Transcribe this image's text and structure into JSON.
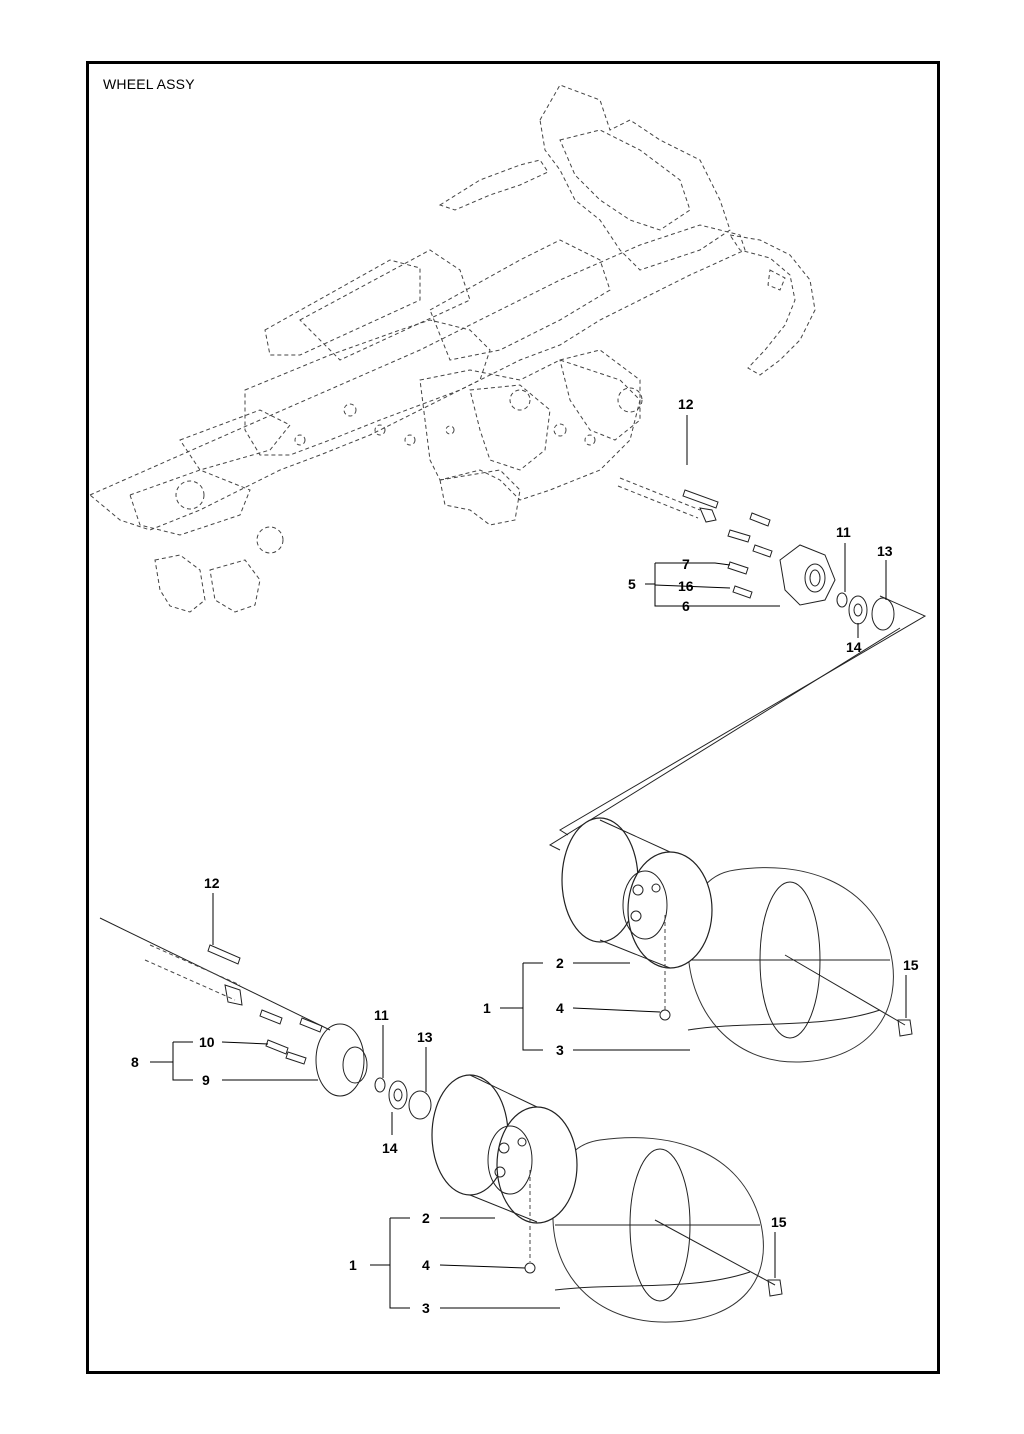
{
  "title": "WHEEL ASSY",
  "callouts": {
    "upper": {
      "n12": "12",
      "n11": "11",
      "n13": "13",
      "n7": "7",
      "n16": "16",
      "n5": "5",
      "n6": "6",
      "n14": "14"
    },
    "lower_left": {
      "n12": "12",
      "n11": "11",
      "n13": "13",
      "n10": "10",
      "n8": "8",
      "n9": "9",
      "n14": "14"
    },
    "wheel_right": {
      "n2": "2",
      "n15": "15",
      "n1": "1",
      "n4": "4",
      "n3": "3"
    },
    "wheel_left": {
      "n2": "2",
      "n15": "15",
      "n1": "1",
      "n4": "4",
      "n3": "3"
    }
  }
}
